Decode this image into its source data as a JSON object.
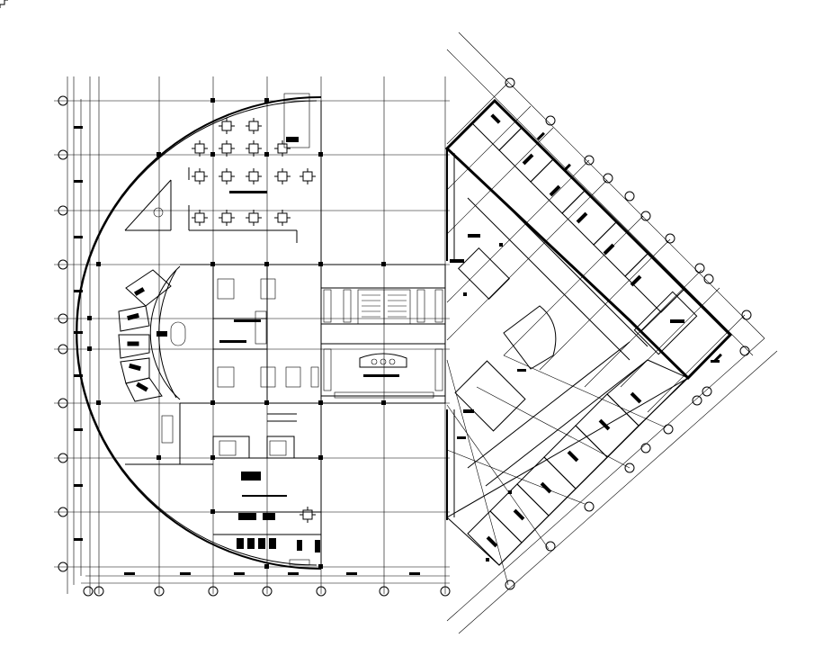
{
  "drawing": {
    "type": "architectural floor plan",
    "left_wing": {
      "shape": "half-circle with rectangular core",
      "grid_lines_vertical": 8,
      "grid_lines_horizontal": 10
    },
    "corridor": {
      "has_stairs": true
    },
    "right_wing": {
      "shape": "diamond rotated 45 degrees",
      "rooms_upper_arm": 7,
      "rooms_lower_arm": 6
    },
    "colors": {
      "line": "#000000",
      "background": "#ffffff"
    }
  }
}
